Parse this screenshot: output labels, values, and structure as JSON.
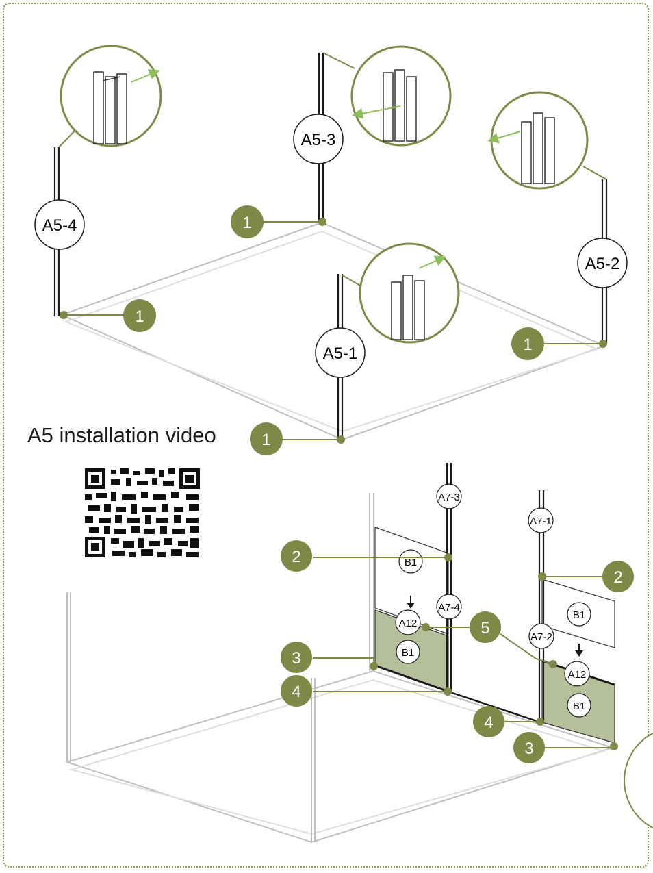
{
  "video_label": "A5 installation video",
  "colors": {
    "accent": "#7d8a47",
    "panel_fill": "#b5c09a",
    "outline": "#1a1a1a",
    "frame": "#8a9a4a"
  },
  "top_diagram": {
    "posts": [
      "A5-1",
      "A5-2",
      "A5-3",
      "A5-4"
    ],
    "callout_number": "1"
  },
  "bottom_diagram": {
    "posts": [
      "A7-1",
      "A7-2",
      "A7-3",
      "A7-4"
    ],
    "panel_label": "B1",
    "connector_label": "A12",
    "callouts": [
      "2",
      "3",
      "4",
      "5"
    ]
  }
}
